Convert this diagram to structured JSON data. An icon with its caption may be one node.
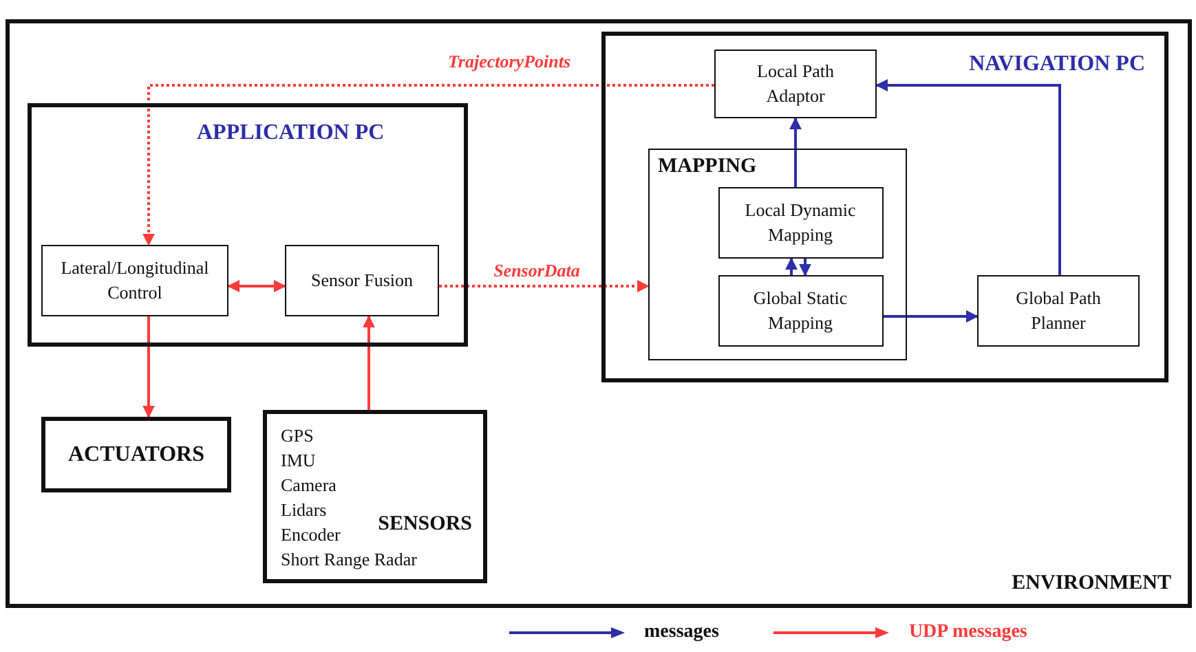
{
  "diagram": {
    "nodes": [
      {
        "text": [
          "ENVIRONMENT"
        ]
      },
      {
        "text": [
          "APPLICATION PC"
        ],
        "in": 0
      },
      {
        "text": [
          "Lateral/Longitudinal Control"
        ],
        "in": 1
      },
      {
        "text": [
          "Sensor Fusion"
        ],
        "in": 1
      },
      {
        "text": [
          "NAVIGATION PC"
        ],
        "in": 0
      },
      {
        "text": [
          "Local Path Adaptor"
        ],
        "in": 4
      },
      {
        "text": [
          "MAPPING"
        ],
        "in": 4
      },
      {
        "text": [
          "Local Dynamic Mapping"
        ],
        "in": 6
      },
      {
        "text": [
          "Global Static Mapping"
        ],
        "in": 6
      },
      {
        "text": [
          "Global Path Planner"
        ],
        "in": 4
      },
      {
        "text": [
          "ACTUATORS"
        ],
        "in": 0
      },
      {
        "text": [
          "GPS",
          "IMU",
          "Camera",
          "Lidars",
          "Encoder",
          "Short Range Radar",
          "SENSORS"
        ],
        "in": 0
      }
    ],
    "edges": [
      {
        "from": 5,
        "to": 2,
        "arrow": "to",
        "label": "TrajectoryPoints",
        "style": "dashed",
        "color": "#ff3b3b"
      },
      {
        "from": 2,
        "to": 3,
        "arrow": "both",
        "color": "#ff3b3b"
      },
      {
        "from": 3,
        "to": 6,
        "arrow": "to",
        "label": "SensorData",
        "style": "dashed",
        "color": "#ff3b3b"
      },
      {
        "from": 2,
        "to": 10,
        "arrow": "to",
        "color": "#ff3b3b"
      },
      {
        "from": 11,
        "to": 3,
        "arrow": "to",
        "color": "#ff3b3b"
      },
      {
        "from": 7,
        "to": 5,
        "arrow": "to",
        "color": "#2e2ea8"
      },
      {
        "from": 8,
        "to": 7,
        "arrow": "to",
        "color": "#2e2ea8"
      },
      {
        "from": 7,
        "to": 8,
        "arrow": "to",
        "color": "#2e2ea8"
      },
      {
        "from": 8,
        "to": 9,
        "arrow": "to",
        "color": "#2e2ea8"
      },
      {
        "from": 9,
        "to": 5,
        "arrow": "to",
        "color": "#2e2ea8"
      }
    ],
    "legend": [
      {
        "text": "messages",
        "color": "#2e2ea8"
      },
      {
        "text": "UDP messages",
        "color": "#ff3b3b"
      }
    ]
  }
}
